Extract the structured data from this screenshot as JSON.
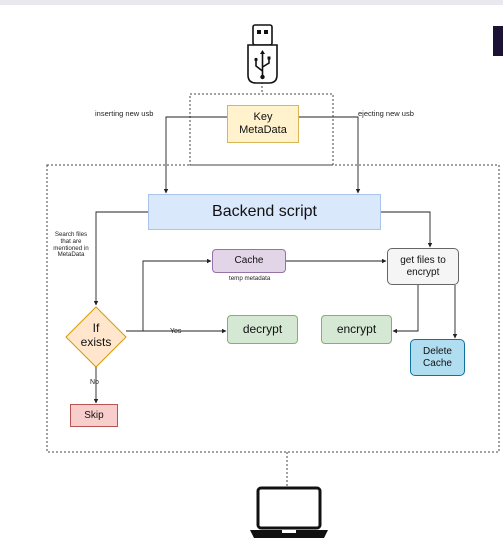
{
  "nodes": {
    "key_metadata": "Key\nMetaData",
    "backend_script": "Backend  script",
    "cache": "Cache",
    "get_files": "get files to\nencrypt",
    "decrypt": "decrypt",
    "encrypt": "encrypt",
    "delete_cache": "Delete\nCache",
    "if_exists": "If\nexists",
    "skip": "Skip"
  },
  "labels": {
    "inserting": "inserting new usb",
    "ejecting": "ejecting new usb",
    "search_files": "Search files\nthat are\nmentioned in\nMetaData",
    "temp_metadata": "temp metadata",
    "yes": "Yes",
    "no": "No"
  },
  "icons": {
    "top": "usb-drive-icon",
    "bottom": "laptop-icon"
  },
  "colors": {
    "key_fill": "#fff2cc",
    "backend_fill": "#dae8fc",
    "cache_fill": "#e1d5e7",
    "get_files_fill": "#f5f5f5",
    "crypt_fill": "#d5e8d4",
    "delete_fill": "#b1ddf0",
    "skip_fill": "#f8cecc",
    "decision_fill": "#ffe6cc"
  }
}
